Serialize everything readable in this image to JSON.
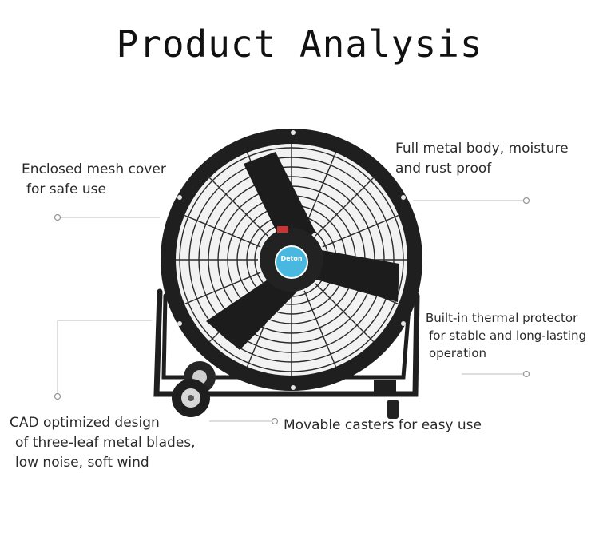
{
  "title": "Product Analysis",
  "callouts": {
    "mesh": [
      "Enclosed mesh cover",
      "for safe use"
    ],
    "body": [
      "Full metal body, moisture",
      "and rust proof"
    ],
    "thermal": [
      "Built-in thermal protector",
      "for stable and long-lasting",
      "operation"
    ],
    "blades": [
      "CAD optimized design",
      "of three-leaf metal blades,",
      "low noise, soft wind"
    ],
    "casters": [
      "Movable casters for easy use"
    ]
  },
  "hub_logo": "Deton",
  "colors": {
    "fan_body": "#1f1f1f",
    "hub": "#49b8e0",
    "guide_line": "#bdbdbd"
  }
}
